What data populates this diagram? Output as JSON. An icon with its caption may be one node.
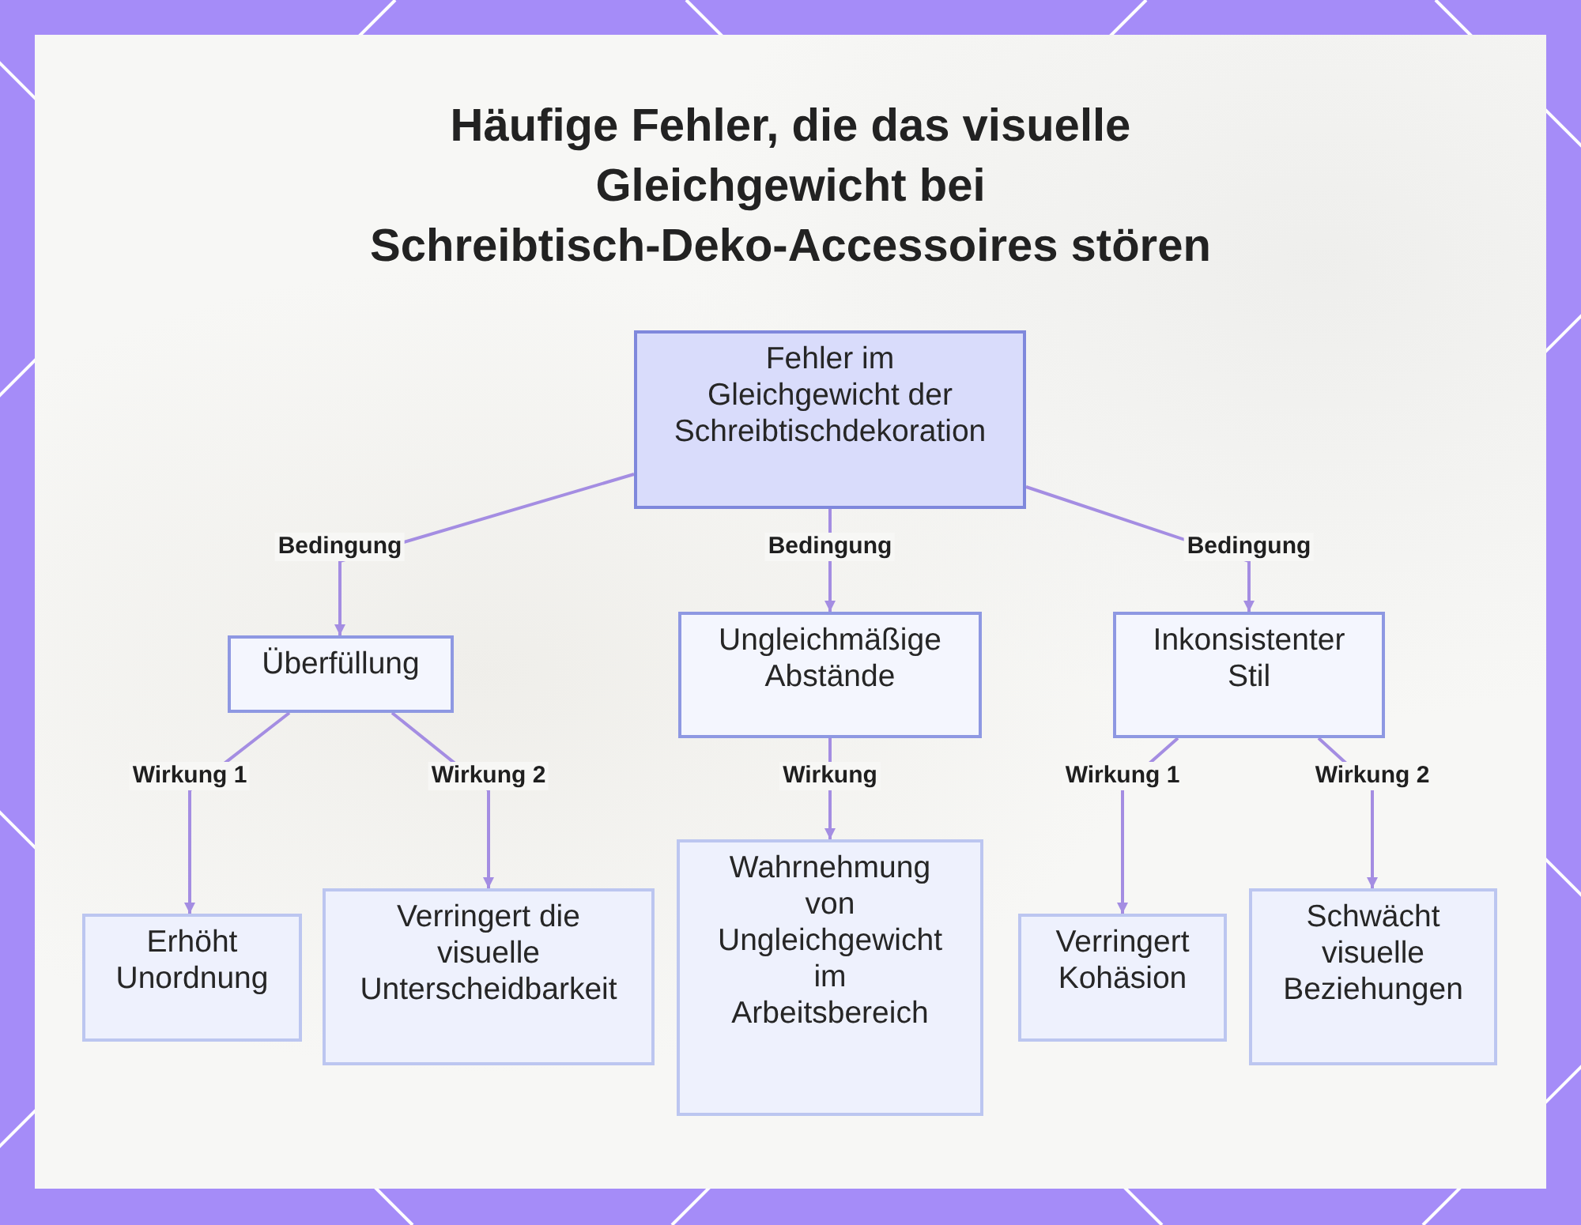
{
  "diagram": {
    "title": "Häufige Fehler, die das visuelle Gleichgewicht bei Schreibtisch-Deko-Accessoires stören",
    "nodes": [
      {
        "text": [
          "Fehler im Gleichgewicht der Schreibtischdekoration"
        ]
      },
      {
        "text": [
          "Überfüllung"
        ]
      },
      {
        "text": [
          "Ungleichmäßige Abstände"
        ]
      },
      {
        "text": [
          "Inkonsistenter Stil"
        ]
      },
      {
        "text": [
          "Erhöht Unordnung"
        ]
      },
      {
        "text": [
          "Verringert die visuelle Unterscheidbarkeit"
        ]
      },
      {
        "text": [
          "Wahrnehmung von Ungleichgewicht im Arbeitsbereich"
        ]
      },
      {
        "text": [
          "Verringert Kohäsion"
        ]
      },
      {
        "text": [
          "Schwächt visuelle Beziehungen"
        ]
      }
    ],
    "edges": [
      {
        "from": 0,
        "to": 1,
        "arrow": "to",
        "label": "Bedingung"
      },
      {
        "from": 0,
        "to": 2,
        "arrow": "to",
        "label": "Bedingung"
      },
      {
        "from": 0,
        "to": 3,
        "arrow": "to",
        "label": "Bedingung"
      },
      {
        "from": 1,
        "to": 4,
        "arrow": "to",
        "label": "Wirkung 1"
      },
      {
        "from": 1,
        "to": 5,
        "arrow": "to",
        "label": "Wirkung 2"
      },
      {
        "from": 2,
        "to": 6,
        "arrow": "to",
        "label": "Wirkung"
      },
      {
        "from": 3,
        "to": 7,
        "arrow": "to",
        "label": "Wirkung 1"
      },
      {
        "from": 3,
        "to": 8,
        "arrow": "to",
        "label": "Wirkung 2"
      }
    ]
  }
}
